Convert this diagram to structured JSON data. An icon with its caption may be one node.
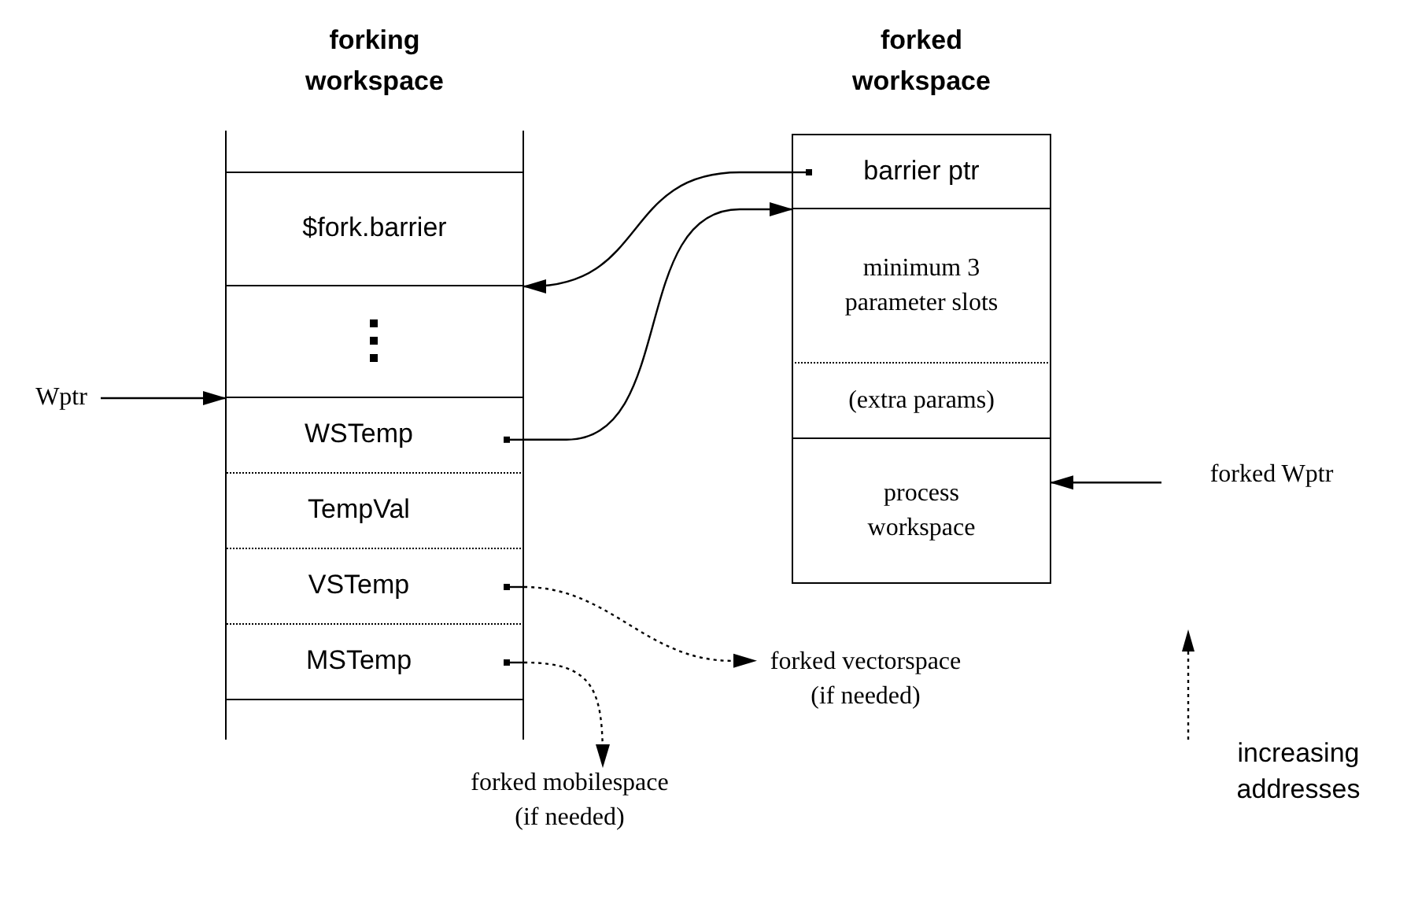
{
  "diagram": {
    "nodes": [
      {
        "text": [
          "forking workspace"
        ]
      },
      {
        "text": [],
        "shape": "box",
        "in": 0
      },
      {
        "text": [
          "$fork.barrier"
        ],
        "in": 0
      },
      {
        "text": [],
        "shape": "box",
        "in": 0
      },
      {
        "text": [
          "WSTemp"
        ],
        "in": 0
      },
      {
        "text": [
          "TempVal"
        ],
        "in": 0
      },
      {
        "text": [
          "VSTemp"
        ],
        "in": 0
      },
      {
        "text": [
          "MSTemp"
        ],
        "in": 0
      },
      {
        "text": [],
        "shape": "box",
        "in": 0
      },
      {
        "text": [
          "Wptr"
        ]
      },
      {
        "text": [
          "forked workspace"
        ]
      },
      {
        "text": [
          "barrier ptr"
        ],
        "in": 10
      },
      {
        "text": [
          "minimum 3 parameter slots"
        ],
        "in": 10
      },
      {
        "text": [
          "(extra params)"
        ],
        "in": 10
      },
      {
        "text": [
          "process workspace"
        ],
        "in": 10
      },
      {
        "text": [
          "forked Wptr"
        ]
      },
      {
        "text": [
          "forked vectorspace (if needed)"
        ]
      },
      {
        "text": [
          "forked mobilespace (if needed)"
        ]
      }
    ],
    "edges": [
      {
        "from": 11,
        "to": 3,
        "arrow": "to"
      },
      {
        "from": 4,
        "to": 12,
        "arrow": "to"
      },
      {
        "from": 9,
        "to": 4,
        "arrow": "to"
      },
      {
        "from": 15,
        "to": 14,
        "arrow": "to"
      },
      {
        "from": 6,
        "to": 16,
        "arrow": "to",
        "style": "dashed"
      },
      {
        "from": 7,
        "to": 17,
        "arrow": "to",
        "style": "dashed"
      }
    ],
    "labels": [
      "increasing addresses"
    ]
  }
}
